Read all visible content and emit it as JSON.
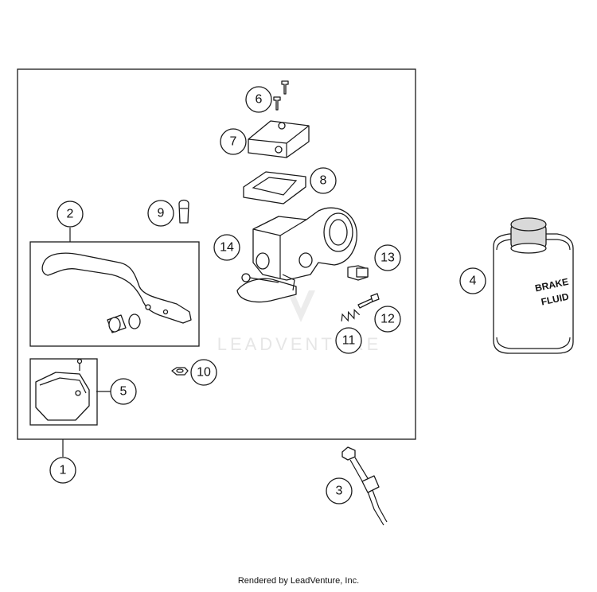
{
  "callouts": [
    "1",
    "2",
    "3",
    "4",
    "5",
    "6",
    "7",
    "8",
    "9",
    "10",
    "11",
    "12",
    "13",
    "14"
  ],
  "bottle": {
    "line1": "BRAKE",
    "line2": "FLUID"
  },
  "watermark": "LEADVENTURE",
  "footer": "Rendered by LeadVenture, Inc."
}
